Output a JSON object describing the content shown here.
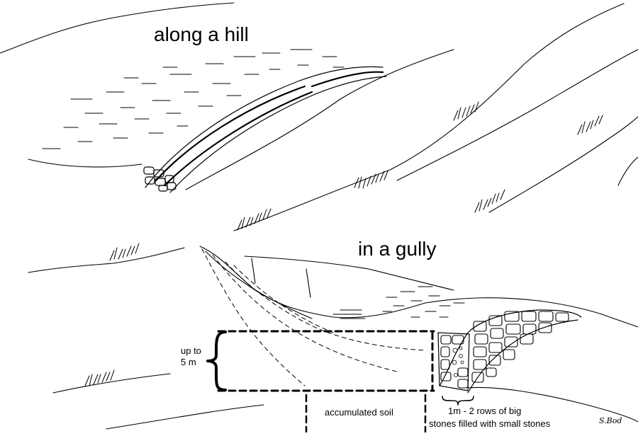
{
  "labels": {
    "along_hill": "along a hill",
    "in_gully": "in a gully",
    "height_note": "up to\n5 m",
    "accumulated_soil": "accumulated soil",
    "width_note_line1": "1m - 2 rows of big",
    "width_note_line2": "stones filled with small stones",
    "signature": "S.Bod"
  },
  "colors": {
    "ink": "#000000",
    "paper": "#ffffff"
  }
}
